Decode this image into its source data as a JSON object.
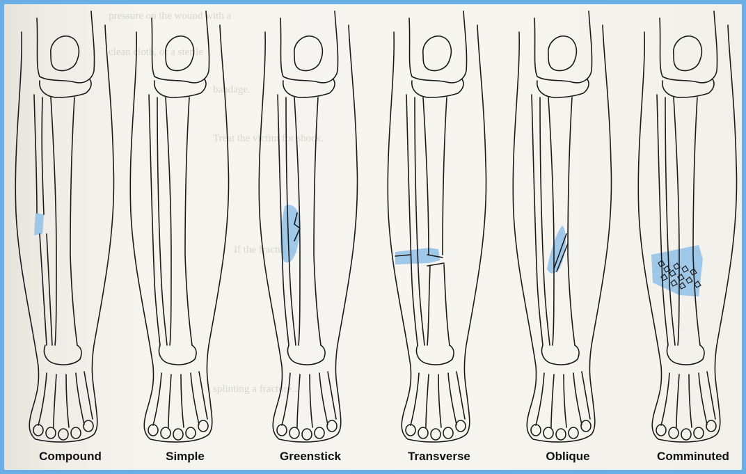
{
  "captions": [
    "Compound",
    "Simple",
    "Greenstick",
    "Transverse",
    "Oblique",
    "Comminuted"
  ],
  "colors": {
    "frame": "#6aaee6",
    "highlight": "#8fbfe8",
    "ink": "#1a1a1a"
  },
  "background_text_lines": [
    "pressure on the wound with a",
    "clean cloth, or a sterile",
    "bandage.",
    "Treat the victim for shock.",
    "If the fracture...",
    "splinting a fracture..."
  ]
}
